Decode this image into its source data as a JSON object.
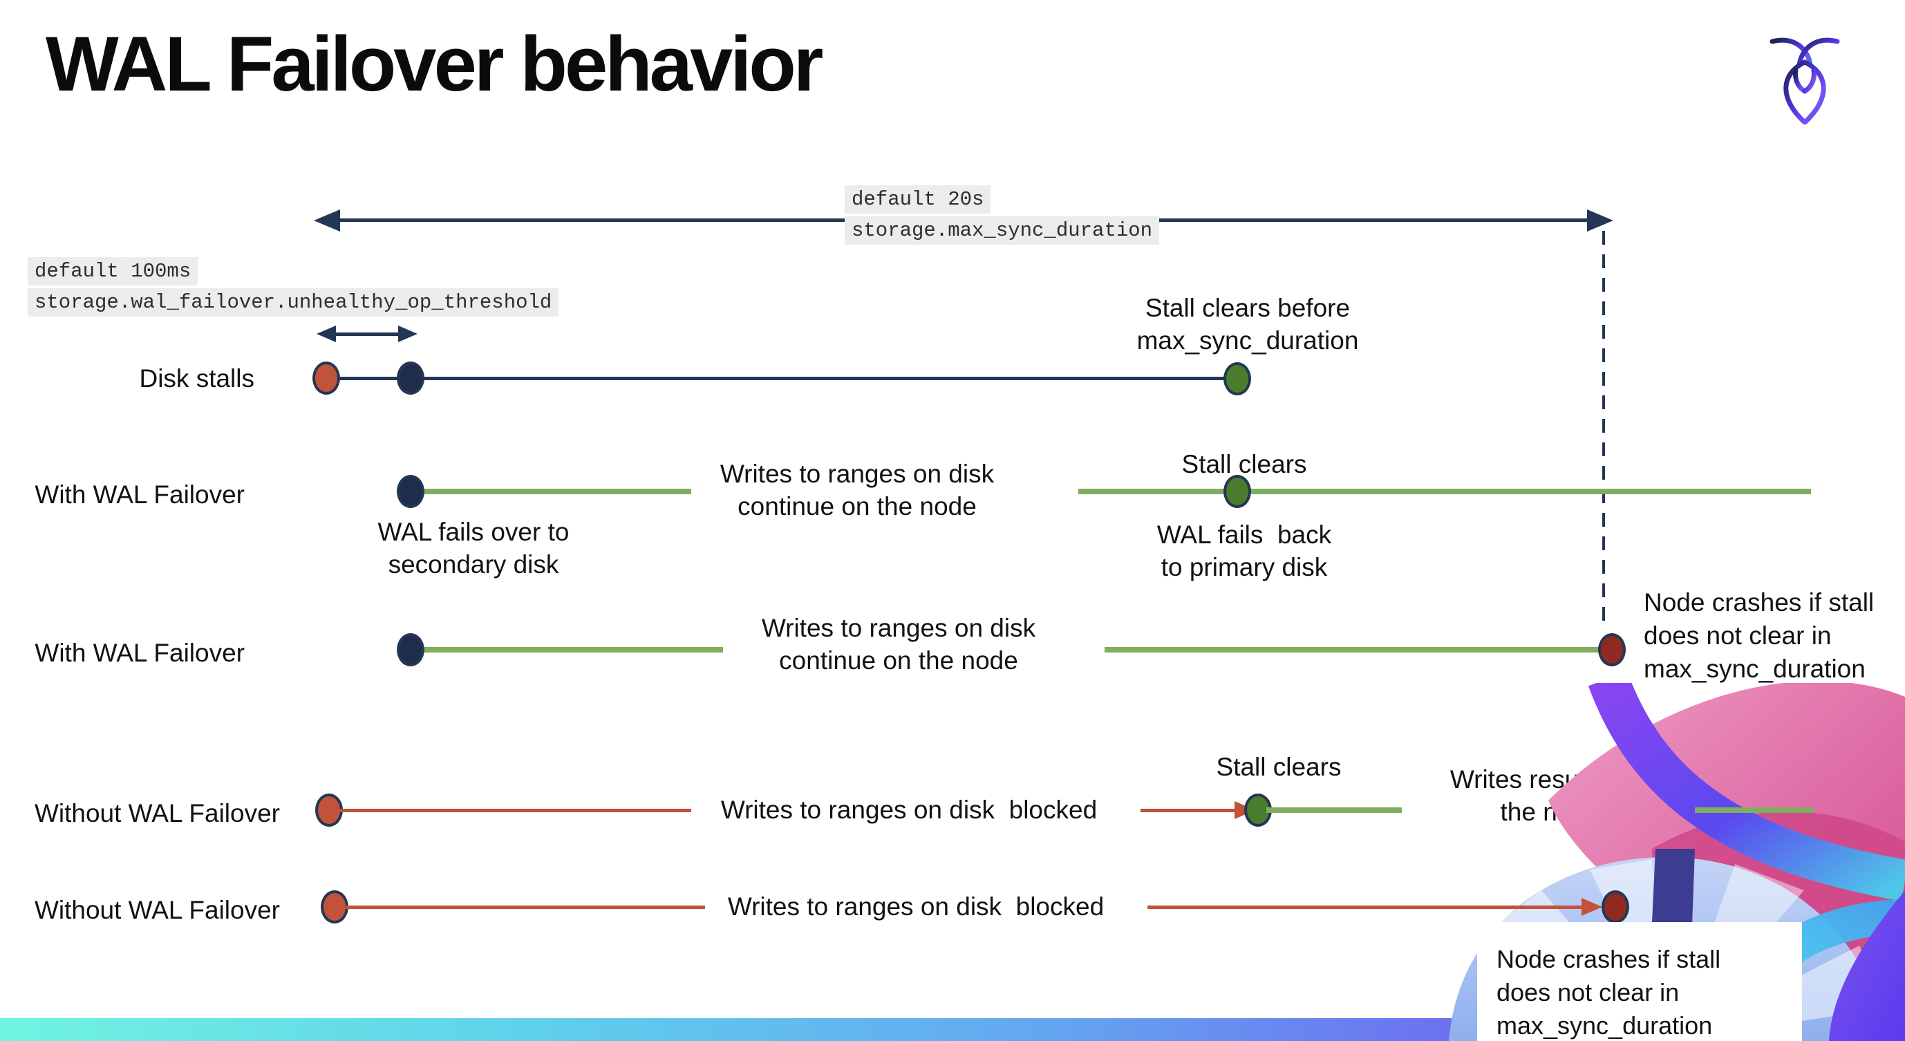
{
  "slide": {
    "title": "WAL Failover behavior"
  },
  "logo": {
    "name": "cockroachdb-logo"
  },
  "config_labels": {
    "max_sync": {
      "default": "default 20s",
      "setting": "storage.max_sync_duration"
    },
    "unhealthy_op": {
      "default": "default 100ms",
      "setting": "storage.wal_failover.unhealthy_op_threshold"
    }
  },
  "rows": {
    "disk_stalls": {
      "label": "Disk stalls",
      "stall_clears_line1": "Stall clears before",
      "stall_clears_line2": "max_sync_duration"
    },
    "with_failover_clears": {
      "label": "With WAL Failover",
      "writes_line1": "Writes to ranges on disk",
      "writes_line2": "continue on the node",
      "stall_clears": "Stall clears",
      "failover_line1": "WAL fails over to",
      "failover_line2": "secondary disk",
      "failback_line1": "WAL fails  back",
      "failback_line2": "to primary disk"
    },
    "with_failover_crash": {
      "label": "With WAL Failover",
      "writes_line1": "Writes to ranges on disk",
      "writes_line2": "continue on the node",
      "crash_line1": "Node crashes if stall",
      "crash_line2": "does not clear in",
      "crash_line3": "max_sync_duration"
    },
    "without_failover_clears": {
      "label": "Without WAL Failover",
      "blocked": "Writes to ranges on disk  blocked",
      "stall_clears": "Stall clears",
      "resume_line1": "Writes resume on",
      "resume_line2": "the node"
    },
    "without_failover_crash": {
      "label": "Without WAL Failover",
      "blocked": "Writes to ranges on disk  blocked",
      "crash_line1": "Node crashes if stall",
      "crash_line2": "does not clear in",
      "crash_line3": "max_sync_duration"
    }
  },
  "colors": {
    "navy": "#243655",
    "dot_navy": "#1f2c4c",
    "green_line": "#7fae5e",
    "green_dot": "#4a7c2e",
    "red_orange": "#c05339",
    "dark_red": "#8e2a21",
    "red_line": "#c2523a",
    "label_bg": "#ececec",
    "ink": "#121212",
    "bar_c1": "#70f4e0",
    "bar_c2": "#5fd0ec",
    "bar_c3": "#64a6f0",
    "bar_c4": "#6f5bef"
  }
}
